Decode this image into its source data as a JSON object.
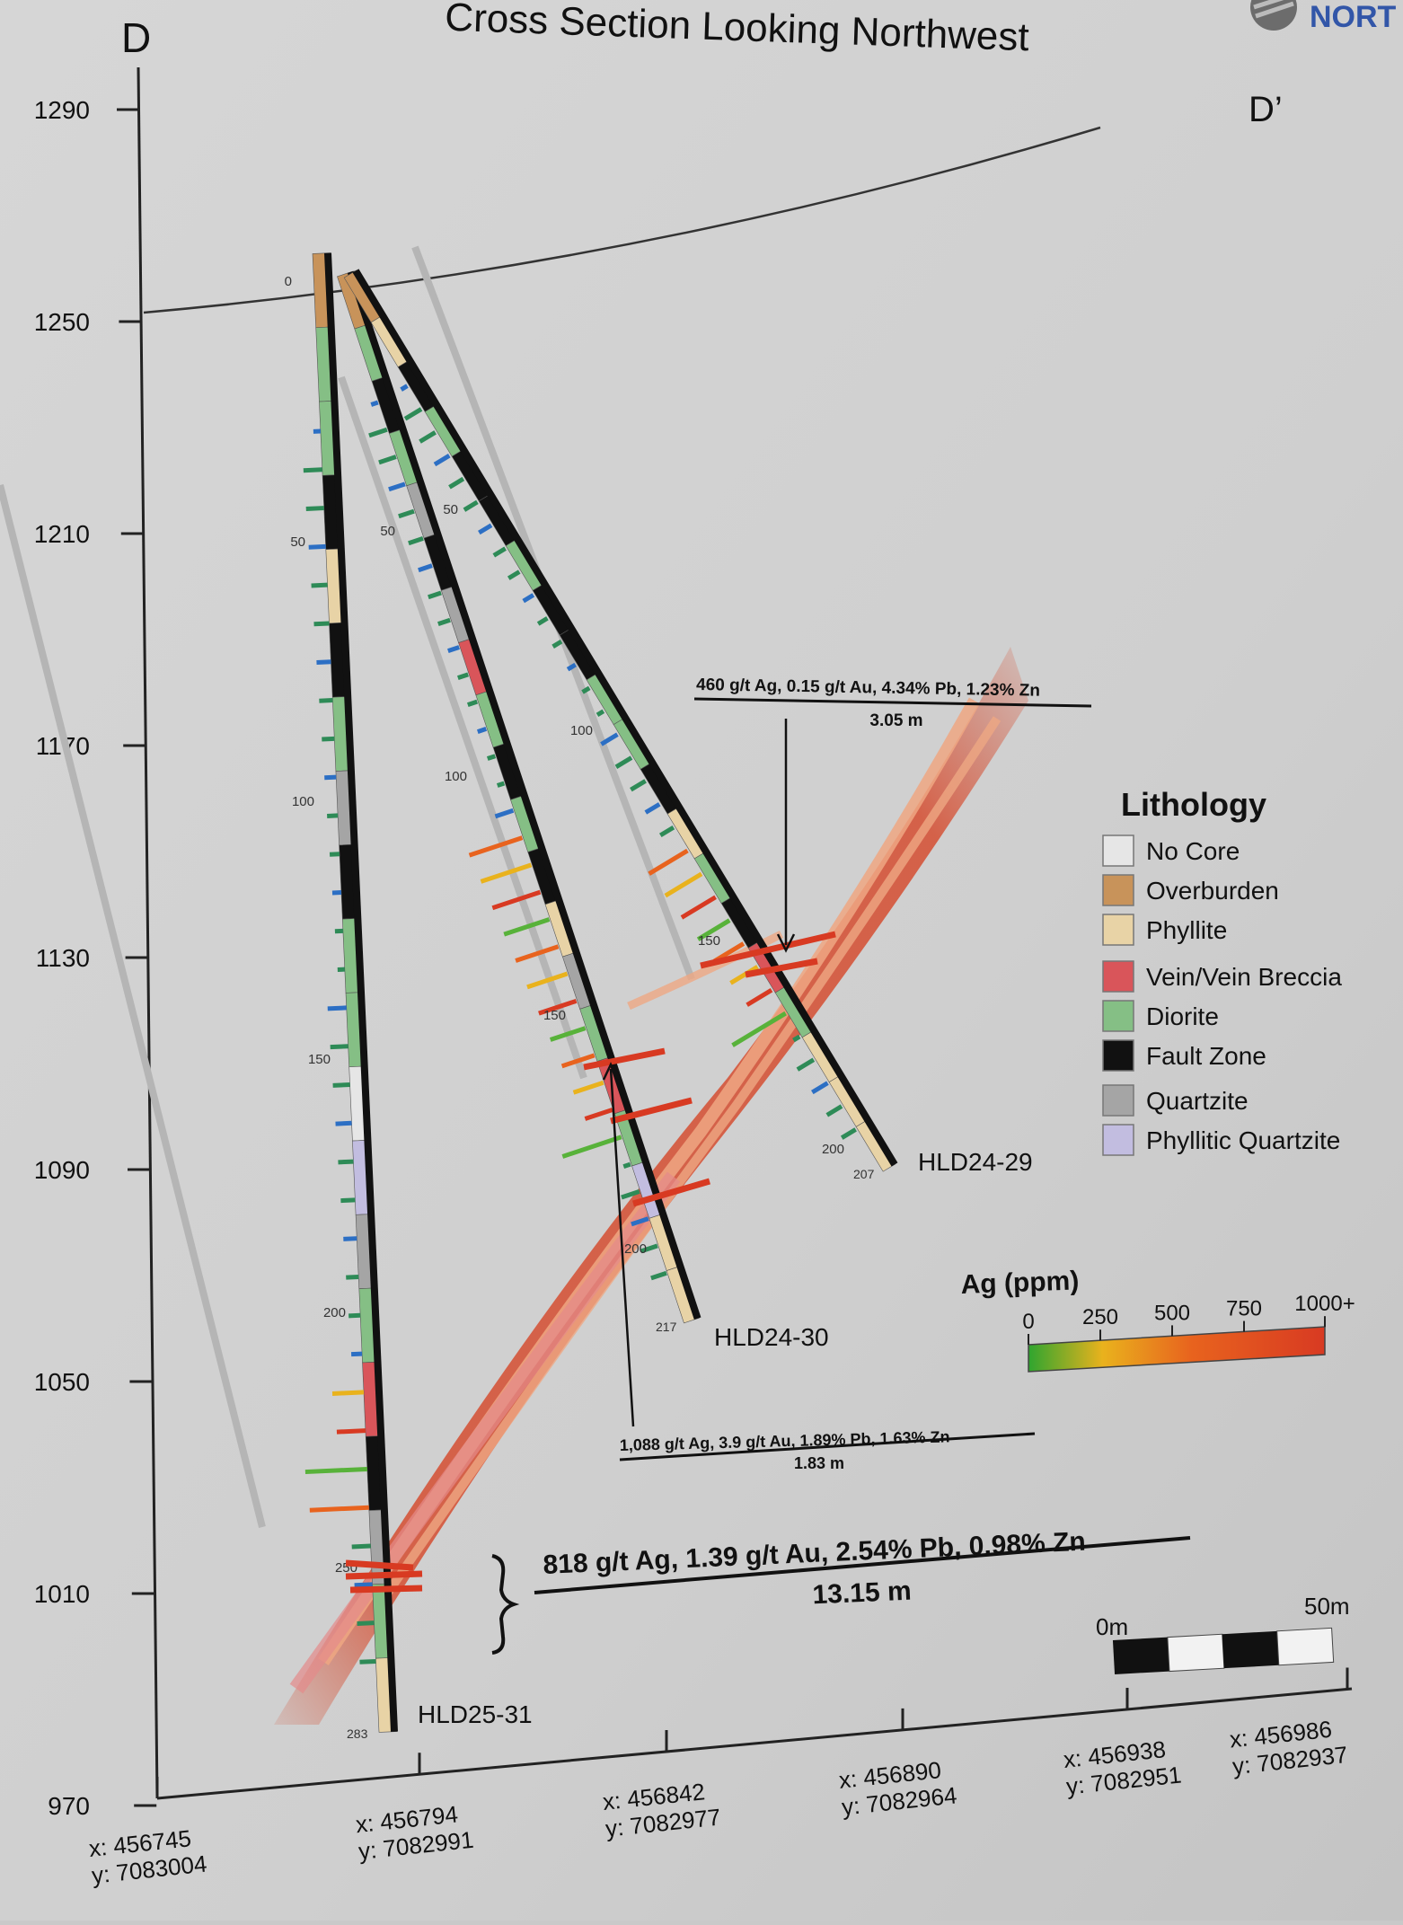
{
  "title": "Cross Section Looking Northwest",
  "section_start": "D",
  "section_end": "D’",
  "logo_text": "NORT",
  "elevation_ticks": [
    "1290",
    "1250",
    "1210",
    "1170",
    "1130",
    "1090",
    "1050",
    "1010",
    "970"
  ],
  "easting_labels": [
    {
      "x": "x: 456745",
      "y": "y: 7083004"
    },
    {
      "x": "x: 456794",
      "y": "y: 7082991"
    },
    {
      "x": "x: 456842",
      "y": "y: 7082977"
    },
    {
      "x": "x: 456890",
      "y": "y: 7082964"
    },
    {
      "x": "x: 456938",
      "y": "y: 7082951"
    },
    {
      "x": "x: 456986",
      "y": "y: 7082937"
    }
  ],
  "holes": [
    {
      "name": "HLD25-31",
      "end_depth": "283",
      "depth_marks": [
        "0",
        "50",
        "100",
        "150",
        "200",
        "250"
      ]
    },
    {
      "name": "HLD24-30",
      "end_depth": "217",
      "depth_marks": [
        "50",
        "100",
        "150",
        "200"
      ]
    },
    {
      "name": "HLD24-29",
      "end_depth": "207",
      "depth_marks": [
        "50",
        "100",
        "150",
        "200"
      ]
    }
  ],
  "intercepts": [
    {
      "grade": "460 g/t Ag, 0.15 g/t Au, 4.34% Pb, 1.23% Zn",
      "width": "3.05 m"
    },
    {
      "grade": "1,088 g/t Ag, 3.9 g/t Au, 1.89% Pb, 1.63% Zn",
      "width": "1.83 m"
    },
    {
      "grade": "818 g/t Ag, 1.39 g/t Au, 2.54% Pb, 0.98% Zn",
      "width": "13.15 m"
    }
  ],
  "lithology_legend": {
    "title": "Lithology",
    "items": [
      {
        "label": "No Core",
        "color": "#e6e6e6"
      },
      {
        "label": "Overburden",
        "color": "#c8935a"
      },
      {
        "label": "Phyllite",
        "color": "#e8d3a6"
      },
      {
        "label": "Vein/Vein Breccia",
        "color": "#d9555a"
      },
      {
        "label": "Diorite",
        "color": "#85bf85"
      },
      {
        "label": "Fault Zone",
        "color": "#111111"
      },
      {
        "label": "Quartzite",
        "color": "#a5a5a5"
      },
      {
        "label": "Phyllitic Quartzite",
        "color": "#c2bde0"
      }
    ]
  },
  "ag_scale": {
    "title": "Ag (ppm)",
    "ticks": [
      "0",
      "250",
      "500",
      "750",
      "1000+"
    ],
    "colors": [
      "#2fa52f",
      "#e9b21d",
      "#e8631e",
      "#d83a22"
    ]
  },
  "scale_bar": {
    "start_label": "0m",
    "end_label": "50m"
  },
  "colors": {
    "vein_zone": "#d5553a",
    "vein_zone_light": "#e9a080",
    "ag_high": "#d83a22",
    "cu_blue": "#2c6fc4"
  }
}
